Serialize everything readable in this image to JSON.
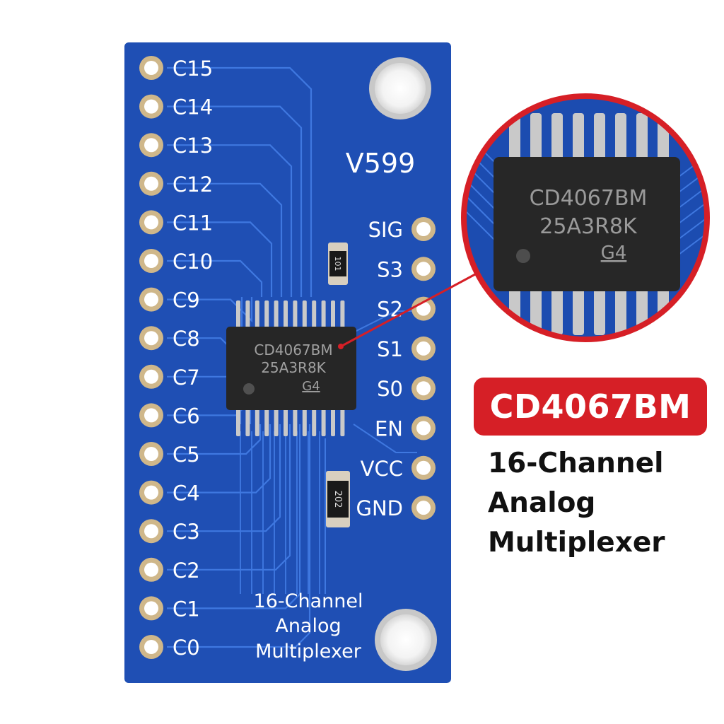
{
  "colors": {
    "board": "#1f4fb4",
    "board_dark": "#163f98",
    "trace": "#3f78e0",
    "pad_gold": "#cfb78a",
    "chip": "#262626",
    "chip_text": "#9a9a9a",
    "silk": "#ffffff",
    "accent_red": "#d61f26",
    "pin_silver": "#c9c9c9"
  },
  "board": {
    "model": "V599",
    "left_pins": [
      "C15",
      "C14",
      "C13",
      "C12",
      "C11",
      "C10",
      "C9",
      "C8",
      "C7",
      "C6",
      "C5",
      "C4",
      "C3",
      "C2",
      "C1",
      "C0"
    ],
    "right_pins": [
      "SIG",
      "S3",
      "S2",
      "S1",
      "S0",
      "EN",
      "VCC",
      "GND"
    ],
    "silk_title": [
      "16-Channel",
      "Analog",
      "Multiplexer"
    ],
    "resistors": [
      "101",
      "202"
    ]
  },
  "chip": {
    "lines": [
      "CD4067BM",
      "25A3R8K",
      "G4"
    ]
  },
  "callout": {
    "badge": "CD4067BM",
    "subtitle": [
      "16-Channel",
      "Analog",
      "Multiplexer"
    ]
  }
}
